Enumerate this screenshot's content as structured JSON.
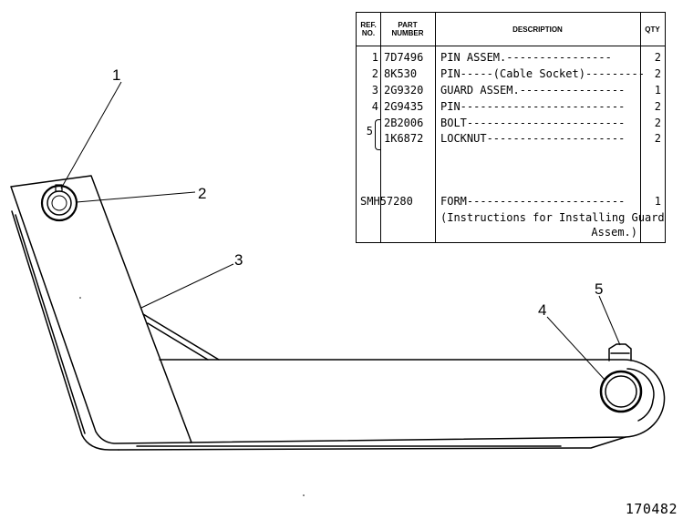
{
  "table": {
    "headers": {
      "ref": "REF.\nNO.",
      "part": "PART\nNUMBER",
      "desc": "DESCRIPTION",
      "qty": "QTY"
    },
    "rows": [
      {
        "ref": "1",
        "part": "7D7496",
        "desc": "PIN ASSEM.----------------",
        "qty": "2"
      },
      {
        "ref": "2",
        "part": "8K530",
        "desc": "PIN-----(Cable Socket)---------",
        "qty": "2"
      },
      {
        "ref": "3",
        "part": "2G9320",
        "desc": "GUARD ASSEM.----------------",
        "qty": "1"
      },
      {
        "ref": "4",
        "part": "2G9435",
        "desc": "PIN-------------------------",
        "qty": "2"
      },
      {
        "ref": "5",
        "part": "2B2006",
        "desc": "BOLT------------------------",
        "qty": "2"
      },
      {
        "ref": "",
        "part": "1K6872",
        "desc": "LOCKNUT---------------------",
        "qty": "2"
      },
      {
        "ref": "",
        "part": "SMH57280",
        "desc": "FORM------------------------",
        "qty": "1"
      },
      {
        "ref": "",
        "part": "",
        "desc": "(Instructions for Installing Guard",
        "qty": ""
      },
      {
        "ref": "",
        "part": "",
        "desc": "Assem.)",
        "qty": ""
      }
    ]
  },
  "callouts": [
    "1",
    "2",
    "3",
    "4",
    "5"
  ],
  "figure_number": "170482"
}
